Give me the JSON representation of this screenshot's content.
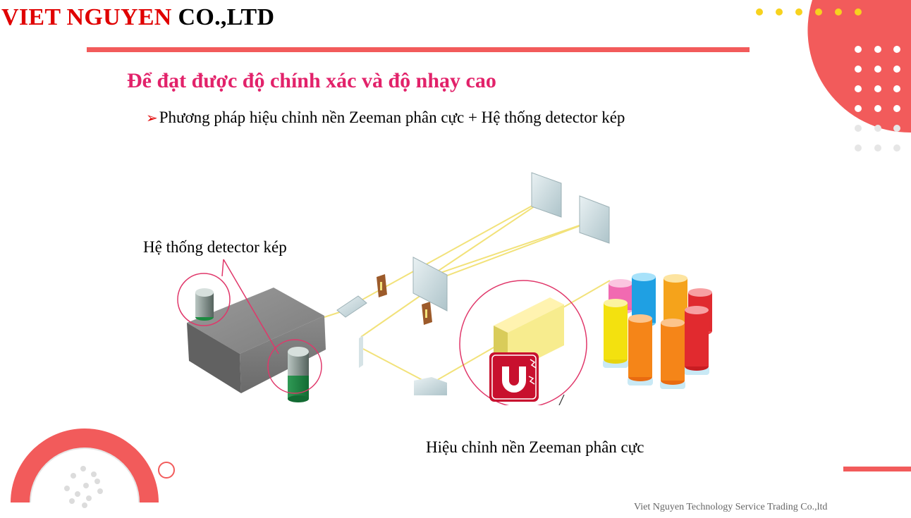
{
  "brand": {
    "name_red": "VIET NGUYEN",
    "name_black": "CO.,LTD"
  },
  "heading": "Để đạt được độ chính xác và độ nhạy cao",
  "bullet": {
    "arrow": "➢",
    "text": "Phương pháp hiệu chỉnh nền Zeeman phân cực + Hệ thống detector kép"
  },
  "diagram": {
    "label_detector": "Hệ thống detector kép",
    "label_zeeman": "Hiệu chỉnh nền Zeeman phân cực"
  },
  "footer": "Viet Nguyen Technology Service Trading Co.,ltd",
  "colors": {
    "accent": "#f25b5b",
    "brand_red": "#e00000",
    "heading_pink": "#e2226a",
    "dot_yellow": "#f7d21e"
  }
}
